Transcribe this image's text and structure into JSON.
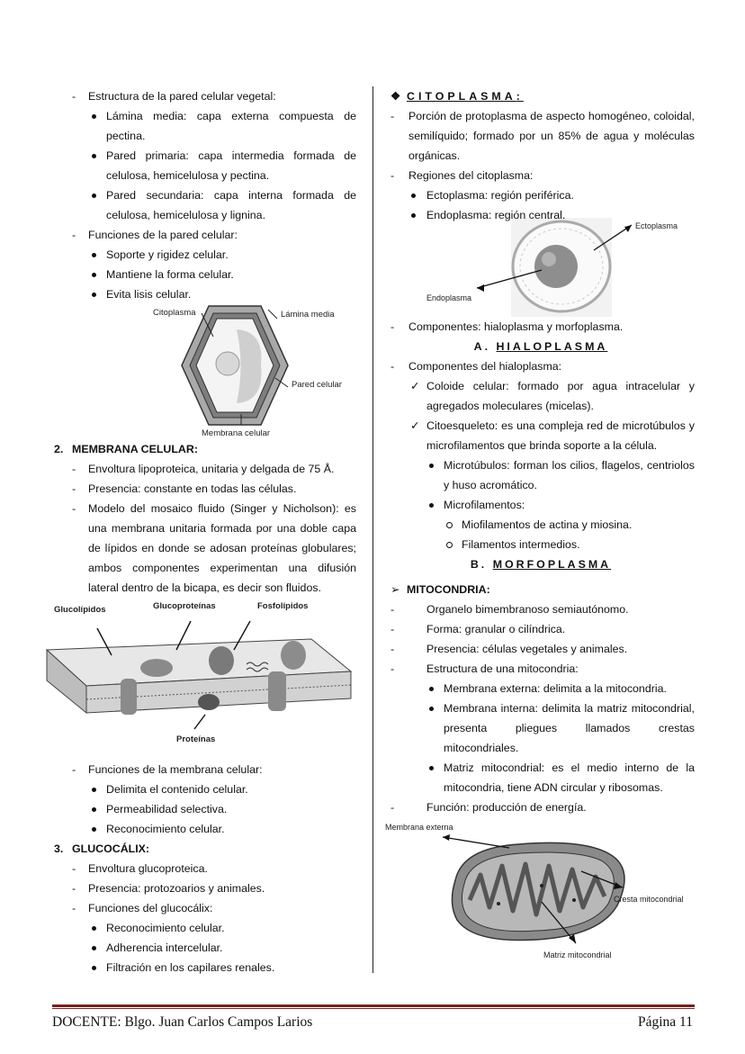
{
  "left": {
    "pared_title": "Estructura de la pared celular vegetal:",
    "pared_items": [
      "Lámina media: capa externa compuesta de pectina.",
      "Pared primaria: capa intermedia formada de celulosa, hemicelulosa y pectina.",
      "Pared secundaria: capa interna formada de celulosa, hemicelulosa y lignina."
    ],
    "funciones_title": "Funciones de la pared celular:",
    "funciones_items": [
      "Soporte y rigidez celular.",
      "Mantiene la forma celular.",
      "Evita lisis celular."
    ],
    "fig_pared": {
      "citoplasma": "Citoplasma",
      "lamina": "Lámina media",
      "pared": "Pared celular",
      "membrana": "Membrana celular"
    },
    "membrana_num": "2.",
    "membrana_title": "MEMBRANA CELULAR:",
    "membrana_items": [
      "Envoltura lipoproteica, unitaria y delgada de 75 Å.",
      "Presencia: constante en todas las células.",
      "Modelo del mosaico fluido (Singer y Nicholson): es una membrana unitaria formada por una doble capa de lípidos en donde se adosan proteínas globulares; ambos componentes experimentan una difusión lateral dentro de la bicapa, es decir son fluidos."
    ],
    "fig_membrana": {
      "glucolipidos": "Glucolípidos",
      "glucoproteinas": "Glucoproteínas",
      "fosfolipidos": "Fosfolípidos",
      "proteinas": "Proteínas"
    },
    "func_mem_title": "Funciones de la membrana celular:",
    "func_mem_items": [
      "Delimita el contenido celular.",
      "Permeabilidad selectiva.",
      "Reconocimiento celular."
    ],
    "gluco_num": "3.",
    "gluco_title": "GLUCOCÁLIX:",
    "gluco_items": [
      "Envoltura glucoproteica.",
      "Presencia: protozoarios y animales.",
      "Funciones del glucocálix:"
    ],
    "gluco_func_items": [
      "Reconocimiento celular.",
      "Adherencia intercelular.",
      "Filtración en los capilares renales."
    ]
  },
  "right": {
    "cito_symbol": "❖",
    "cito_title": "CITOPLASMA",
    "cito_colon": ":",
    "cito_items": [
      "Porción de protoplasma de aspecto homogéneo, coloidal, semilíquido; formado por un 85% de agua y moléculas orgánicas.",
      "Regiones del citoplasma:"
    ],
    "regiones": [
      "Ectoplasma: región periférica.",
      "Endoplasma: región central."
    ],
    "fig_cito": {
      "ecto": "Ectoplasma",
      "endo": "Endoplasma"
    },
    "componentes": "Componentes: hialoplasma y morfoplasma.",
    "hialo_letter": "A.",
    "hialo_title": "HIALOPLASMA",
    "hialo_comp": "Componentes del hialoplasma:",
    "coloide": "Coloide celular: formado por agua intracelular y agregados moleculares (micelas).",
    "citoesqueleto": "Citoesqueleto: es una compleja red de microtúbulos y microfilamentos que brinda soporte a la célula.",
    "microtubulos": "Microtúbulos: forman los cilios, flagelos, centriolos y huso acromático.",
    "microfilamentos": "Microfilamentos:",
    "microfil_items": [
      "Miofilamentos de actina y miosina.",
      "Filamentos intermedios."
    ],
    "morfo_letter": "B.",
    "morfo_title": "MORFOPLASMA",
    "mito_symbol": "➢",
    "mito_title": "MITOCONDRIA:",
    "mito_items": [
      "Organelo bimembranoso semiautónomo.",
      "Forma: granular o cilíndrica.",
      "Presencia: células vegetales y animales.",
      "Estructura de una mitocondria:"
    ],
    "mito_struct": [
      "Membrana externa: delimita a la mitocondria.",
      "Membrana interna: delimita la matriz mitocondrial, presenta pliegues llamados crestas mitocondriales.",
      "Matriz mitocondrial: es el medio interno de la mitocondria, tiene ADN circular y ribosomas."
    ],
    "mito_funcion": "Función: producción de energía.",
    "fig_mito": {
      "externa": "Membrana externa",
      "cresta": "Cresta mitocondrial",
      "matriz": "Matriz mitocondrial"
    }
  },
  "footer": {
    "docente": "DOCENTE: Blgo. Juan Carlos Campos Larios",
    "pagina": "Página 11"
  },
  "colors": {
    "footer_rule": "#7a1e1e"
  }
}
